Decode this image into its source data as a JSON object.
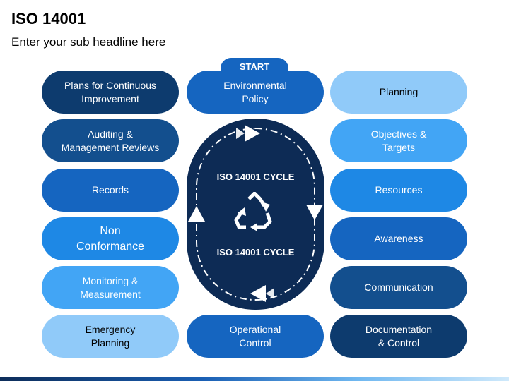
{
  "header": {
    "title": "ISO 14001",
    "subtitle": "Enter your sub headline here"
  },
  "center": {
    "start_label": "START",
    "top": "Environmental\nPolicy",
    "cycle_label_top": "ISO 14001 CYCLE",
    "cycle_label_bottom": "ISO 14001 CYCLE",
    "bottom": "Operational\nControl",
    "icon": "recycle-icon"
  },
  "left_column": [
    {
      "label": "Plans for Continuous\nImprovement",
      "bg": "#0d3b6e",
      "fg": "#ffffff"
    },
    {
      "label": "Auditing &\nManagement Reviews",
      "bg": "#134f8e",
      "fg": "#ffffff"
    },
    {
      "label": "Records",
      "bg": "#1565c0",
      "fg": "#ffffff"
    },
    {
      "label": "Non\nConformance",
      "bg": "#1e88e5",
      "fg": "#ffffff"
    },
    {
      "label": "Monitoring &\nMeasurement",
      "bg": "#42a5f5",
      "fg": "#ffffff"
    },
    {
      "label": "Emergency\nPlanning",
      "bg": "#90caf9",
      "fg": "#000000"
    }
  ],
  "right_column": [
    {
      "label": "Planning",
      "bg": "#90caf9",
      "fg": "#000000"
    },
    {
      "label": "Objectives  &\nTargets",
      "bg": "#42a5f5",
      "fg": "#ffffff"
    },
    {
      "label": "Resources",
      "bg": "#1e88e5",
      "fg": "#ffffff"
    },
    {
      "label": "Awareness",
      "bg": "#1565c0",
      "fg": "#ffffff"
    },
    {
      "label": "Communication",
      "bg": "#134f8e",
      "fg": "#ffffff"
    },
    {
      "label": "Documentation\n& Control",
      "bg": "#0d3b6e",
      "fg": "#ffffff"
    }
  ],
  "colors": {
    "center_pill": "#1565c0",
    "cycle_bg": "#0d2b55"
  }
}
